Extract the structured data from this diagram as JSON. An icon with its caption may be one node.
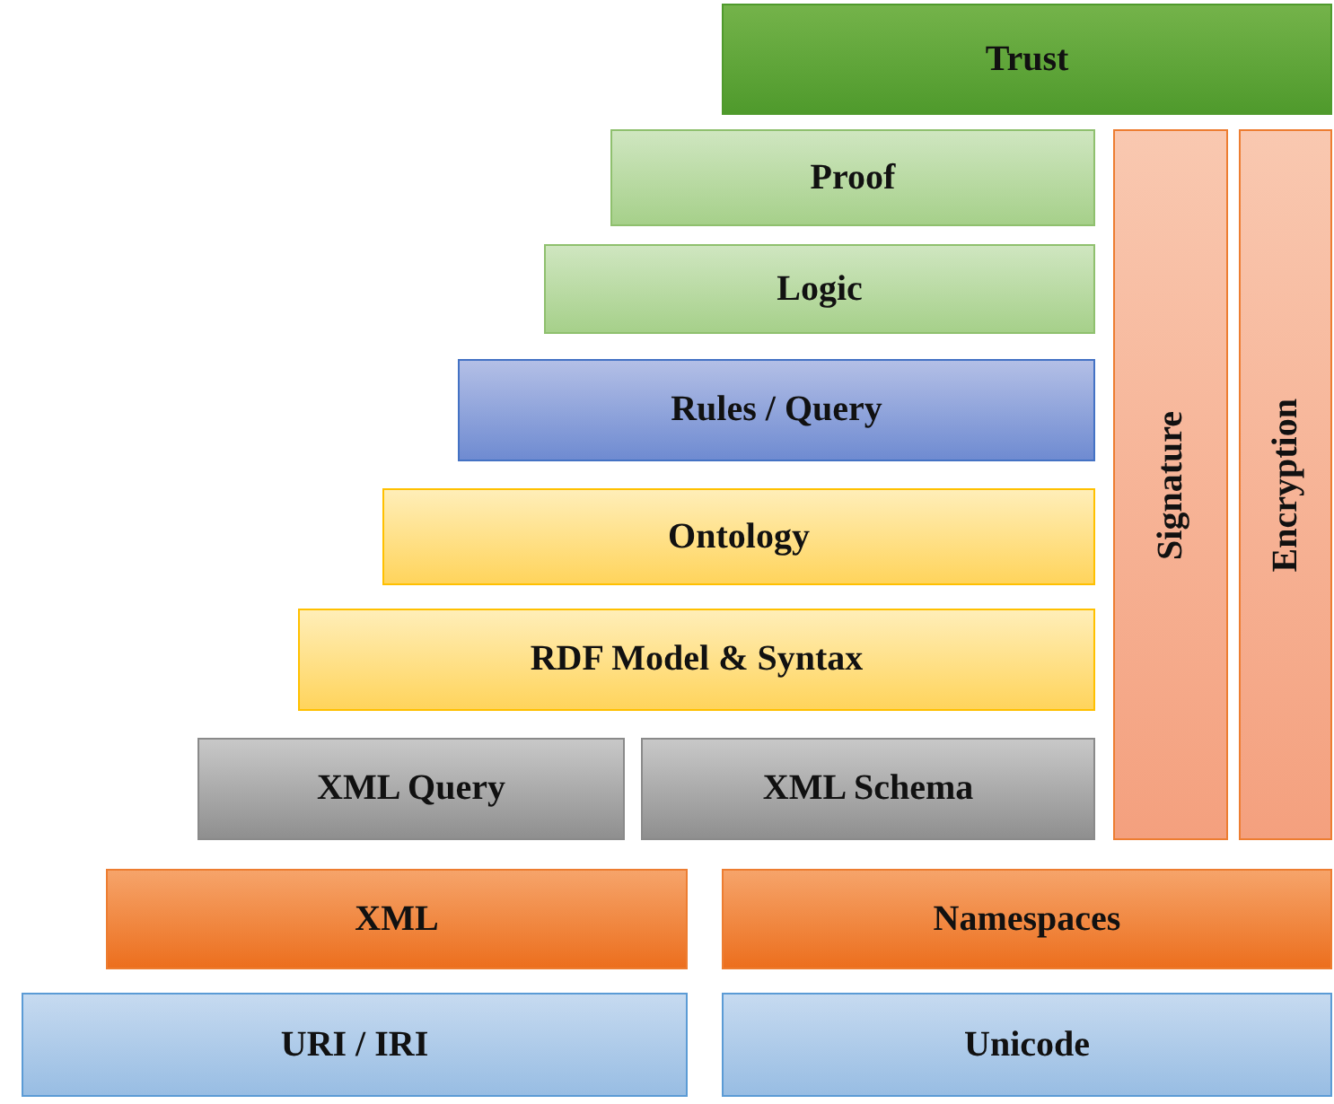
{
  "diagram": {
    "nodes": [
      {
        "text": [
          "Trust"
        ]
      },
      {
        "text": [
          "Proof"
        ]
      },
      {
        "text": [
          "Signature"
        ]
      },
      {
        "text": [
          "Encryption"
        ]
      },
      {
        "text": [
          "Logic"
        ]
      },
      {
        "text": [
          "Rules / Query"
        ]
      },
      {
        "text": [
          "Ontology"
        ]
      },
      {
        "text": [
          "RDF Model & Syntax"
        ]
      },
      {
        "text": [
          "XML Query"
        ]
      },
      {
        "text": [
          "XML Schema"
        ]
      },
      {
        "text": [
          "XML"
        ]
      },
      {
        "text": [
          "Namespaces"
        ]
      },
      {
        "text": [
          "URI / IRI"
        ]
      },
      {
        "text": [
          "Unicode"
        ]
      }
    ]
  }
}
